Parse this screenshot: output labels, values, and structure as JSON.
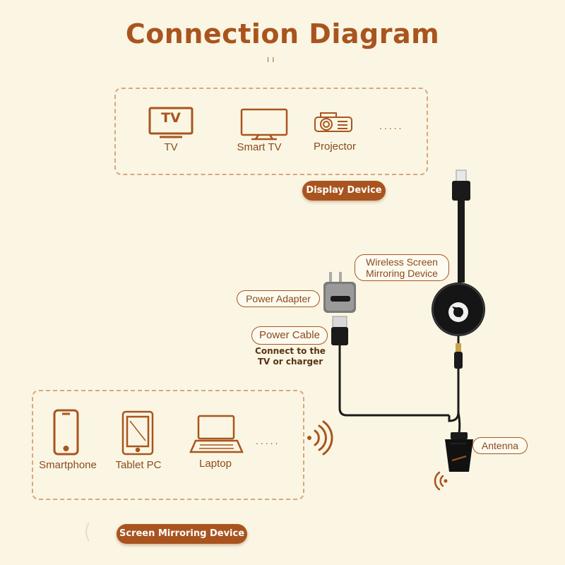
{
  "title": "Connection Diagram",
  "display_group": {
    "devices": [
      {
        "icon": "tv-icon",
        "label": "TV",
        "icon_text": "TV"
      },
      {
        "icon": "monitor-icon",
        "label": "Smart TV"
      },
      {
        "icon": "projector-icon",
        "label": "Projector"
      }
    ],
    "more": ".....",
    "badge": "Display Device"
  },
  "mirroring_group": {
    "devices": [
      {
        "icon": "smartphone-icon",
        "label": "Smartphone"
      },
      {
        "icon": "tablet-icon",
        "label": "Tablet PC"
      },
      {
        "icon": "laptop-icon",
        "label": "Laptop"
      }
    ],
    "more": ".....",
    "badge": "Screen Mirroring Device"
  },
  "callouts": {
    "dongle_line1": "Wireless Screen",
    "dongle_line2": "Mirroring Device",
    "power_adapter": "Power Adapter",
    "power_cable": "Power Cable",
    "antenna": "Antenna"
  },
  "note": {
    "line1": "Connect to the",
    "line2": "TV or charger"
  },
  "colors": {
    "accent": "#a9541f",
    "background": "#faf6e3",
    "dashed_border": "#d9a77f",
    "device_body": "#1a1a1a"
  }
}
